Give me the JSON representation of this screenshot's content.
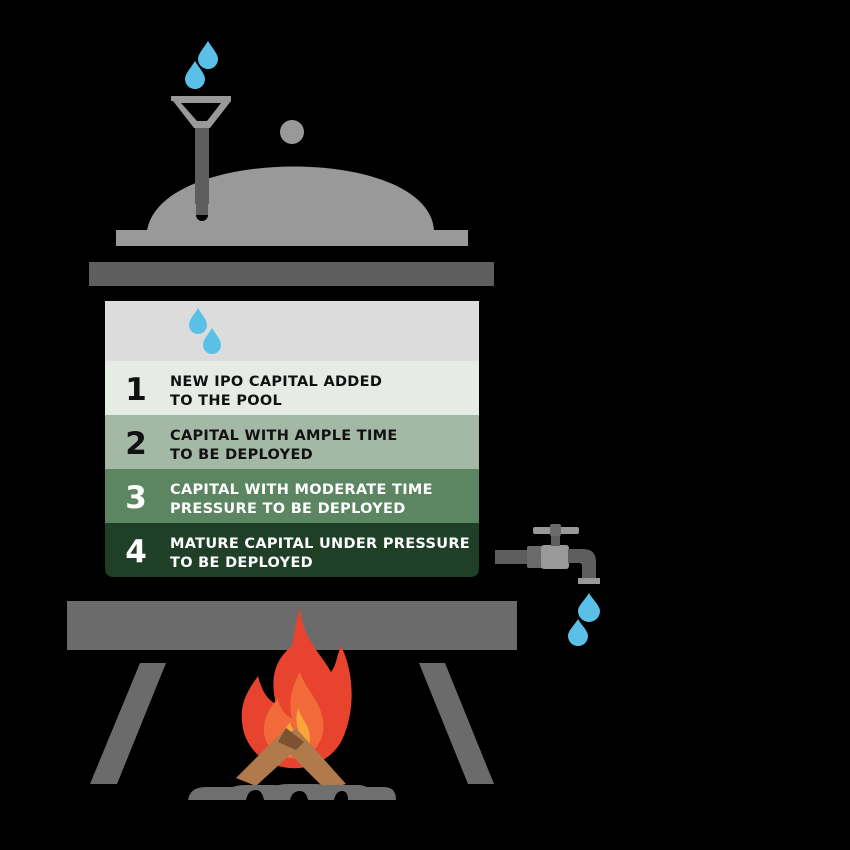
{
  "colors": {
    "background": "#000000",
    "pot_gray": "#999999",
    "rim_gray": "#5e5e5e",
    "stand_gray": "#6b6b6b",
    "water_drop": "#5bc0e8",
    "fire_outer": "#e8432e",
    "fire_inner": "#f26a3a",
    "fire_core": "#f9a53c",
    "logs": "#b07a4a",
    "stones": "#6f6f6f",
    "top_band": "#dcdcdc",
    "text_dark": "#111111",
    "text_light": "#ffffff"
  },
  "tiers": [
    {
      "number": "1",
      "line1": "NEW IPO CAPITAL ADDED",
      "line2": "TO THE POOL",
      "fill": "#e6ebe6",
      "text_color": "#111111"
    },
    {
      "number": "2",
      "line1": "CAPITAL WITH AMPLE TIME",
      "line2": "TO BE DEPLOYED",
      "fill": "#a3b9a6",
      "text_color": "#111111"
    },
    {
      "number": "3",
      "line1": "CAPITAL WITH MODERATE TIME",
      "line2": "PRESSURE TO BE DEPLOYED",
      "fill": "#5c8662",
      "text_color": "#ffffff"
    },
    {
      "number": "4",
      "line1": "MATURE CAPITAL UNDER PRESSURE",
      "line2": "TO BE DEPLOYED",
      "fill": "#1f3f27",
      "text_color": "#ffffff"
    }
  ]
}
